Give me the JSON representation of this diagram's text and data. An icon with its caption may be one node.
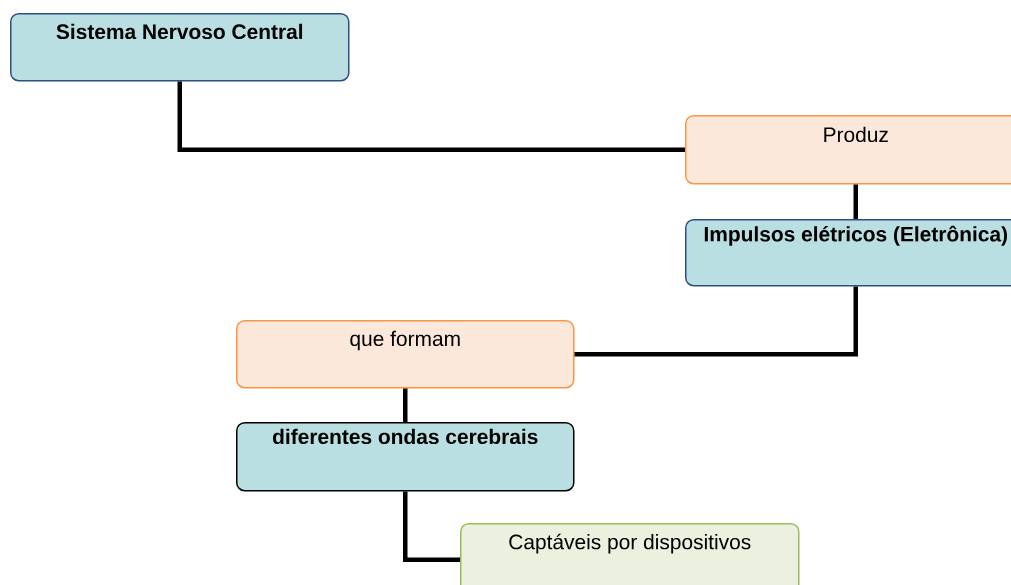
{
  "diagram": {
    "nodes": [
      {
        "text": [
          "Sistema Nervoso Central"
        ]
      },
      {
        "text": [
          "Produz"
        ]
      },
      {
        "text": [
          "Impulsos elétricos (Eletrônica)"
        ]
      },
      {
        "text": [
          "que formam"
        ]
      },
      {
        "text": [
          "diferentes ondas cerebrais"
        ]
      },
      {
        "text": [
          "Captáveis por dispositivos"
        ]
      }
    ],
    "edges": [
      {
        "from": 0,
        "to": 1,
        "arrow": "none"
      },
      {
        "from": 1,
        "to": 2,
        "arrow": "none"
      },
      {
        "from": 2,
        "to": 3,
        "arrow": "none"
      },
      {
        "from": 3,
        "to": 4,
        "arrow": "none"
      },
      {
        "from": 4,
        "to": 5,
        "arrow": "none"
      }
    ]
  }
}
